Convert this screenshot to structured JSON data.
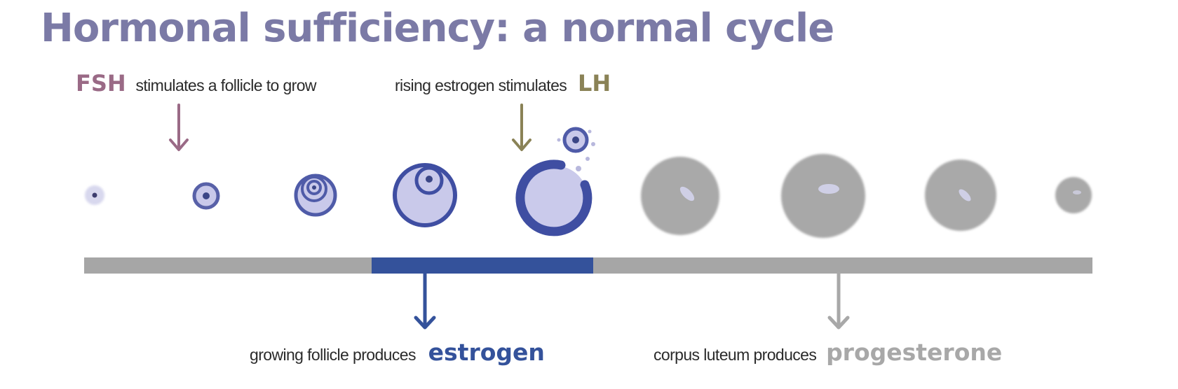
{
  "title": "Hormonal sufficiency: a normal cycle",
  "annotations": {
    "fsh": {
      "hormone": "FSH",
      "text": "stimulates a follicle to grow"
    },
    "lh": {
      "text": "rising estrogen stimulates",
      "hormone": "LH"
    },
    "estrogen": {
      "text": "growing follicle produces",
      "hormone": "estrogen"
    },
    "progesterone": {
      "text": "corpus luteum produces",
      "hormone": "progesterone"
    }
  },
  "colors": {
    "title": "#7b7aa6",
    "fsh": "#9a6a86",
    "lh": "#8a8256",
    "estrogen": "#34529b",
    "follicle_fill": "#c9c9ea",
    "corpus_luteum": "#a9a9a9",
    "timeline": "#a6a6a6"
  },
  "stages": [
    {
      "type": "primordial-follicle"
    },
    {
      "type": "primary-follicle"
    },
    {
      "type": "secondary-follicle"
    },
    {
      "type": "mature-follicle"
    },
    {
      "type": "ovulation"
    },
    {
      "type": "corpus-luteum"
    },
    {
      "type": "corpus-luteum"
    },
    {
      "type": "corpus-luteum"
    },
    {
      "type": "corpus-albicans"
    }
  ]
}
